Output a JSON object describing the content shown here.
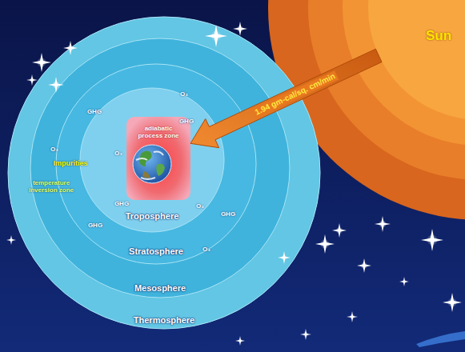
{
  "diagram": {
    "nodes": [
      {
        "text": [
          "Sun"
        ]
      },
      {
        "text": [
          "Thermosphere"
        ]
      },
      {
        "text": [
          "Mesosphere"
        ],
        "in": 1
      },
      {
        "text": [
          "Stratosphere"
        ],
        "in": 2
      },
      {
        "text": [
          "Troposphere"
        ],
        "in": 3
      },
      {
        "text": [
          "adiabatic process zone"
        ],
        "in": 4
      }
    ],
    "edges": [
      {
        "from": 0,
        "to": 5,
        "arrow": "to",
        "label": "1.94 gm-cal/sq. cm/min"
      }
    ],
    "labels": [
      "GHG",
      "O₃",
      "GHG",
      "O₃",
      "O₃",
      "Impurities",
      "temperature inversion zone",
      "GHG",
      "O₃",
      "GHG",
      "GHG",
      "O₃"
    ]
  }
}
